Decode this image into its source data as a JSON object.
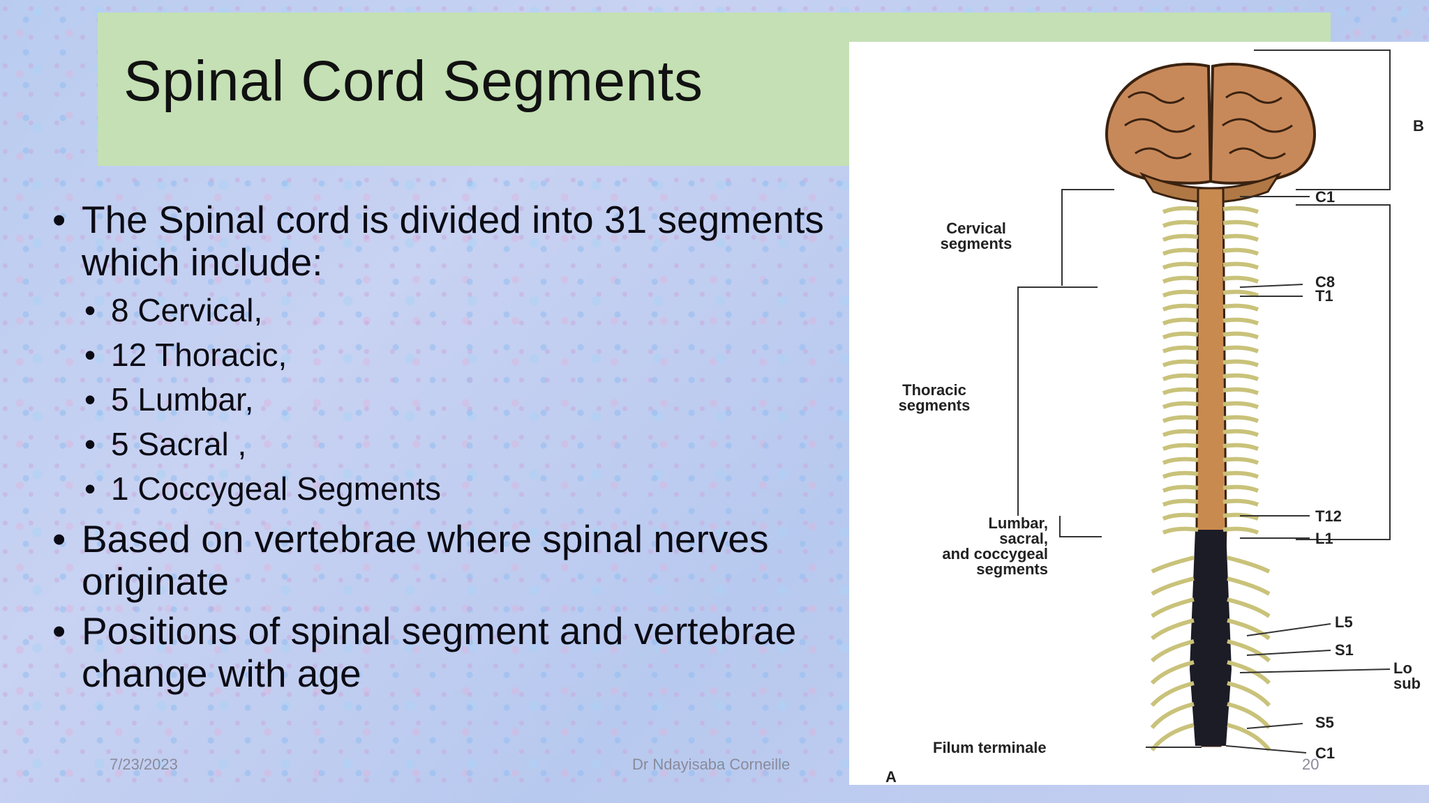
{
  "slide": {
    "title": "Spinal Cord Segments",
    "bullets": [
      {
        "text": "The Spinal cord is divided into 31 segments which include:",
        "sub": [
          "8 Cervical,",
          " 12 Thoracic,",
          " 5 Lumbar,",
          "5 Sacral ,",
          "1 Coccygeal Segments"
        ]
      },
      {
        "text": "Based on vertebrae where spinal nerves originate",
        "sub": []
      },
      {
        "text": "Positions of spinal segment and vertebrae change with age",
        "sub": []
      }
    ],
    "footer": {
      "date": "7/23/2023",
      "author": "Dr Ndayisaba Corneille",
      "page": "20"
    }
  },
  "figure": {
    "group_labels": {
      "cervical": [
        "Cervical",
        "segments"
      ],
      "thoracic": [
        "Thoracic",
        "segments"
      ],
      "lumbar": [
        "Lumbar,",
        "sacral,",
        "and coccygeal",
        "segments"
      ],
      "filum": "Filum terminale",
      "panel": "A"
    },
    "level_labels": [
      "C1",
      "C8",
      "T1",
      "T12",
      "L1",
      "L5",
      "S1",
      "S5",
      "C1"
    ],
    "edge_labels": [
      "B",
      "Lo",
      "sub"
    ],
    "colors": {
      "cord": "#c98a4f",
      "brain": "#c8895a",
      "cauda": "#1c1c26",
      "nerve": "#c9c27a"
    }
  }
}
